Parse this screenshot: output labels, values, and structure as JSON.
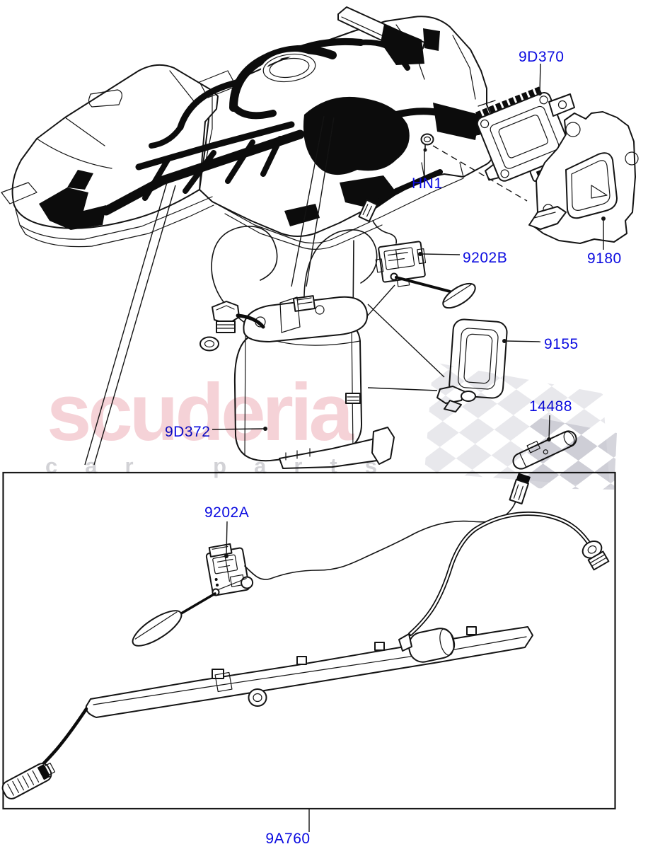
{
  "watermark": {
    "brand": "scuderia",
    "tagline": "car parts"
  },
  "labels": {
    "d370": "9D370",
    "hn1": "HN1",
    "s9202b": "9202B",
    "b9180": "9180",
    "s9155": "9155",
    "t14488": "14488",
    "d372": "9D372",
    "s9202a": "9202A",
    "h9a760": "9A760"
  },
  "colors": {
    "part_label_blue": "#0a0ae0",
    "line_art_black": "#141414",
    "watermark_pink": "#d64258",
    "watermark_gray": "#8a8a94",
    "flag_light_gray": "#d4d4dc",
    "flag_dark_gray": "#c2c2cc"
  }
}
